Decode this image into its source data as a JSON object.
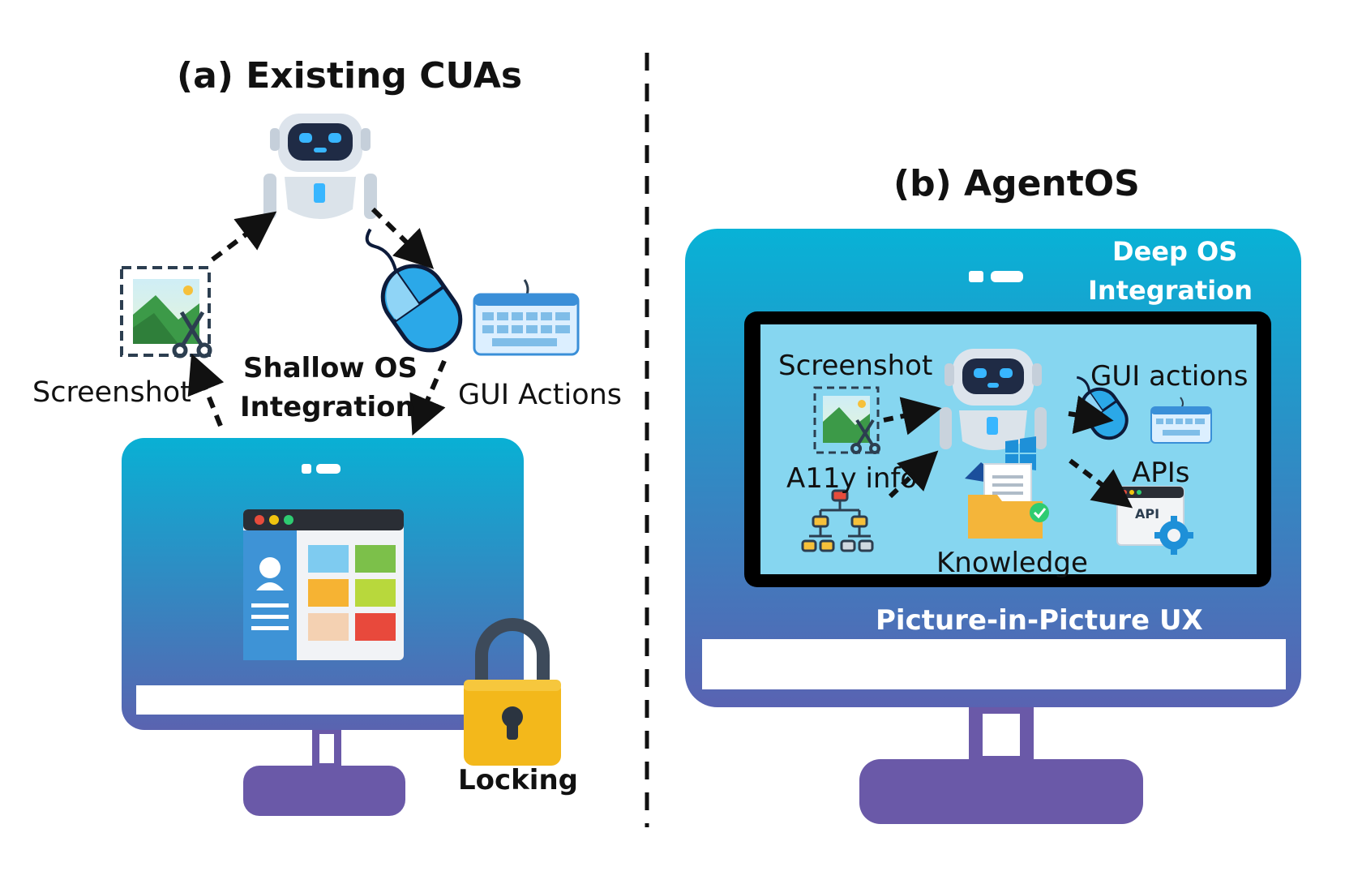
{
  "panel_a": {
    "title": "(a) Existing CUAs",
    "screenshot_label": "Screenshot",
    "integration_label_line1": "Shallow OS",
    "integration_label_line2": "Integration",
    "actions_label": "GUI Actions",
    "locking_label": "Locking"
  },
  "panel_b": {
    "title": "(b) AgentOS",
    "deep_label_line1": "Deep OS",
    "deep_label_line2": "Integration",
    "screenshot_label": "Screenshot",
    "a11y_label": "A11y info",
    "actions_label": "GUI actions",
    "apis_label": "APIs",
    "api_badge": "API",
    "knowledge_label": "Knowledge",
    "pip_label": "Picture-in-Picture UX"
  },
  "colors": {
    "monitor_top": "#0aaed3",
    "monitor_bottom": "#5c62b0",
    "stand": "#6a59a8",
    "inner_screen": "#86d6f0",
    "arrow": "#111111"
  }
}
